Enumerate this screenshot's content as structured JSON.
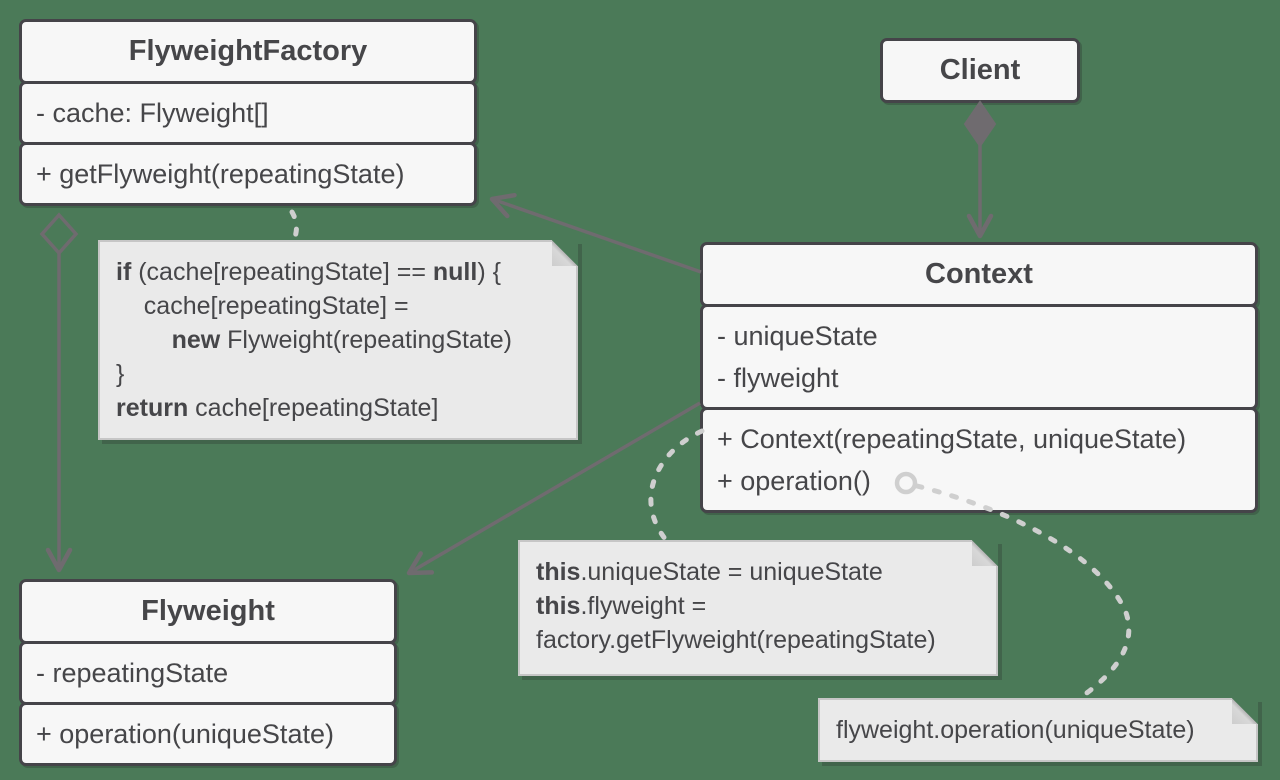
{
  "colors": {
    "background": "#4b7a58",
    "class_fill": "#f7f7f7",
    "class_border": "#454449",
    "text": "#464649",
    "note_fill": "#eaeaea",
    "note_border": "#c6c6c6",
    "connector": "#6f6b6f",
    "dashed_connector": "#cfcfcf"
  },
  "classes": {
    "flyweight_factory": {
      "title": "FlyweightFactory",
      "attributes": [
        "- cache: Flyweight[]"
      ],
      "methods": [
        "+ getFlyweight(repeatingState)"
      ]
    },
    "client": {
      "title": "Client"
    },
    "context": {
      "title": "Context",
      "attributes": [
        "- uniqueState",
        "- flyweight"
      ],
      "methods": [
        "+ Context(repeatingState, uniqueState)",
        "+ operation()"
      ]
    },
    "flyweight": {
      "title": "Flyweight",
      "attributes": [
        "- repeatingState"
      ],
      "methods": [
        "+ operation(uniqueState)"
      ]
    }
  },
  "notes": {
    "factory_code": {
      "lines": [
        [
          {
            "t": "if",
            "b": true
          },
          {
            "t": " (cache[repeatingState] == "
          },
          {
            "t": "null",
            "b": true
          },
          {
            "t": ") {"
          }
        ],
        [
          {
            "t": "    cache[repeatingState] ="
          }
        ],
        [
          {
            "t": "        "
          },
          {
            "t": "new",
            "b": true
          },
          {
            "t": " Flyweight(repeatingState)"
          }
        ],
        [
          {
            "t": "}"
          }
        ],
        [
          {
            "t": "return",
            "b": true
          },
          {
            "t": " cache[repeatingState]"
          }
        ]
      ]
    },
    "context_ctor_code": {
      "lines": [
        [
          {
            "t": "this",
            "b": true
          },
          {
            "t": ".uniqueState = uniqueState"
          }
        ],
        [
          {
            "t": "this",
            "b": true
          },
          {
            "t": ".flyweight ="
          }
        ],
        [
          {
            "t": "factory.getFlyweight(repeatingState)"
          }
        ]
      ]
    },
    "operation_code": {
      "lines": [
        [
          {
            "t": "flyweight.operation(uniqueState)"
          }
        ]
      ]
    }
  }
}
